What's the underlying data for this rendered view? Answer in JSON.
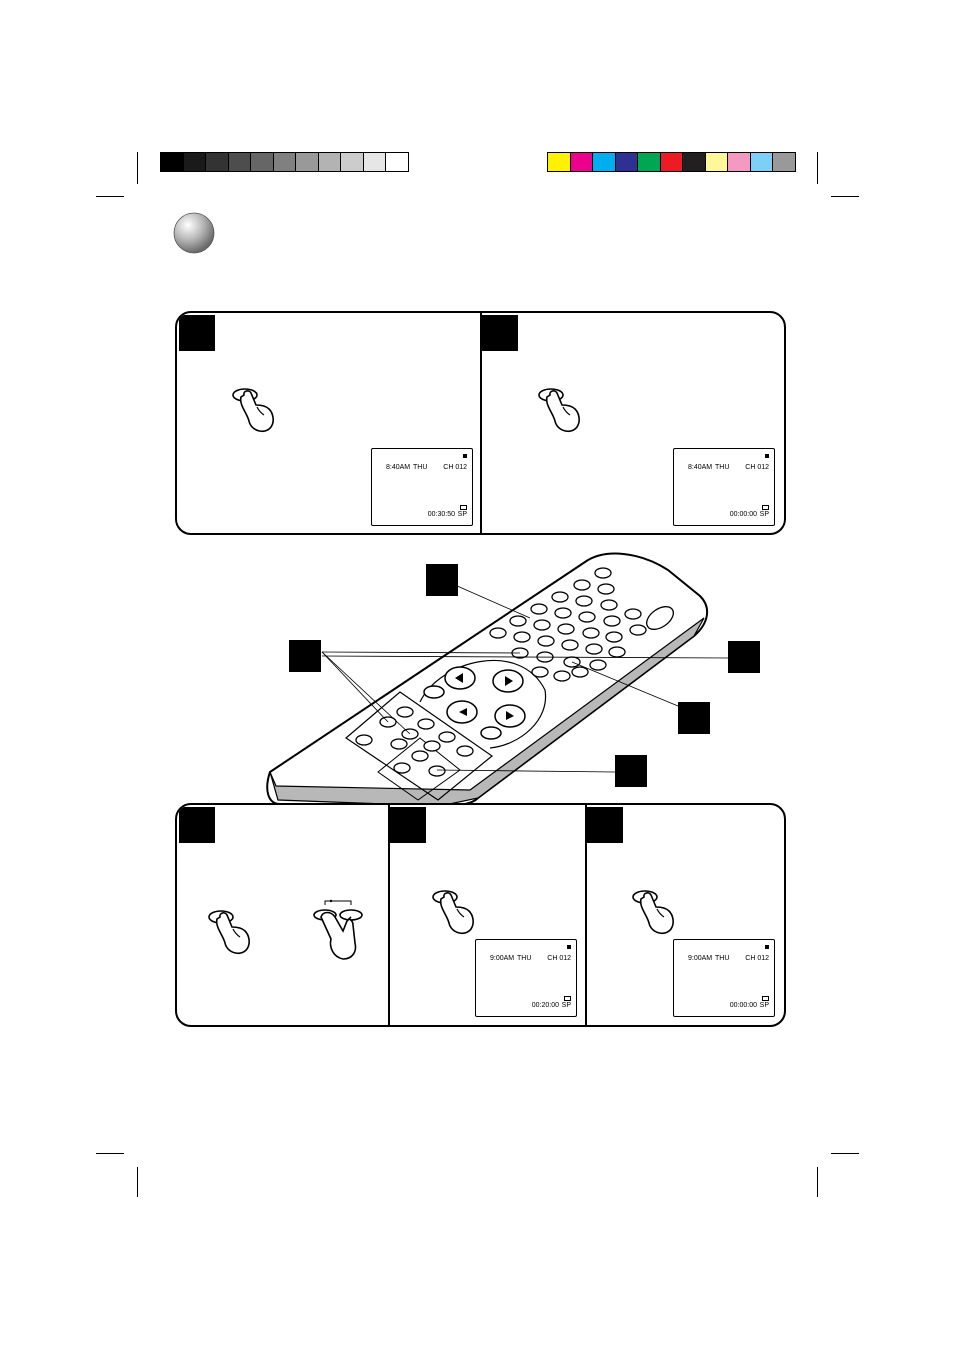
{
  "color_bar": {
    "gray_swatches": [
      "#000000",
      "#1a1a1a",
      "#333333",
      "#4d4d4d",
      "#666666",
      "#808080",
      "#999999",
      "#b3b3b3",
      "#cccccc",
      "#e6e6e6",
      "#ffffff"
    ],
    "color_swatches": [
      "#fff200",
      "#ec008c",
      "#00aeef",
      "#2e3192",
      "#00a651",
      "#ed1c24",
      "#231f20",
      "#fff799",
      "#f49ac1",
      "#7dd0f5",
      "#999999"
    ]
  },
  "top_panels": [
    {
      "screen": {
        "time": "8:40AM",
        "day": "THU",
        "channel": "CH 012",
        "counter": "00:30:50",
        "speed": "SP"
      }
    },
    {
      "screen": {
        "time": "8:40AM",
        "day": "THU",
        "channel": "CH 012",
        "counter": "00:00:00",
        "speed": "SP"
      }
    }
  ],
  "bottom_panels": [
    {
      "screen": null
    },
    {
      "screen": {
        "time": "9:00AM",
        "day": "THU",
        "channel": "CH 012",
        "counter": "00:20:00",
        "speed": "SP"
      }
    },
    {
      "screen": {
        "time": "9:00AM",
        "day": "THU",
        "channel": "CH 012",
        "counter": "00:00:00",
        "speed": "SP"
      }
    }
  ]
}
